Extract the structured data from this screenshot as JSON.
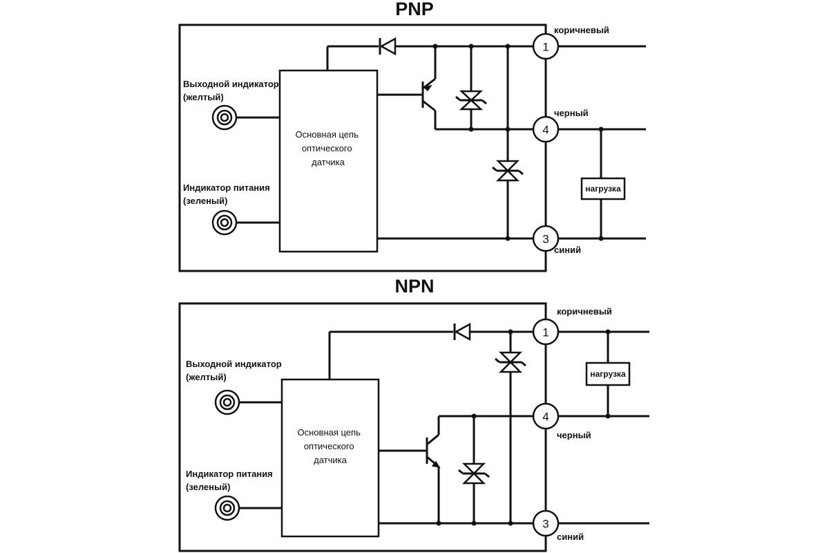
{
  "pnp": {
    "title": "PNP",
    "output_indicator": [
      "Выходной индикатор",
      "(желтый)"
    ],
    "power_indicator": [
      "Индикатор питания",
      "(зеленый)"
    ],
    "main_circuit": [
      "Основная цепь",
      "оптического",
      "датчика"
    ],
    "load": "нагрузка",
    "terminals": [
      {
        "number": "1",
        "wire": "коричневый"
      },
      {
        "number": "4",
        "wire": "черный"
      },
      {
        "number": "3",
        "wire": "синий"
      }
    ]
  },
  "npn": {
    "title": "NPN",
    "output_indicator": [
      "Выходной индикатор",
      "(желтый)"
    ],
    "power_indicator": [
      "Индикатор питания",
      "(зеленый)"
    ],
    "main_circuit": [
      "Основная цепь",
      "оптического",
      "датчика"
    ],
    "load": "нагрузка",
    "terminals": [
      {
        "number": "1",
        "wire": "коричневый"
      },
      {
        "number": "4",
        "wire": "черный"
      },
      {
        "number": "3",
        "wire": "синий"
      }
    ]
  }
}
